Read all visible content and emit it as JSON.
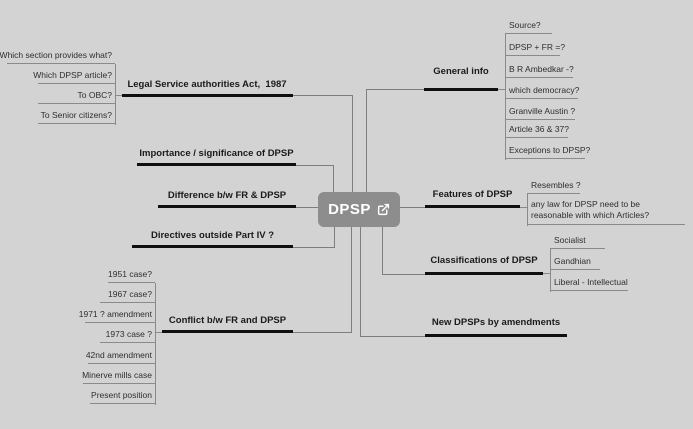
{
  "center": {
    "label": "DPSP",
    "icon": "external-link-icon"
  },
  "colors": {
    "background": "#d3d3d3",
    "center_node_bg": "#8d8d8d",
    "center_node_text": "#ffffff",
    "branch_line": "#0f0f0f",
    "connector_line": "#7e7e7e",
    "child_underline": "#8a8a8a",
    "label_text": "#1a1a1a",
    "child_text": "#2e2e2e"
  },
  "left": [
    {
      "label": "Legal Service authorities Act,  1987",
      "children": [
        "Which section provides what?",
        "Which DPSP article?",
        "To OBC?",
        "To Senior citizens?"
      ]
    },
    {
      "label": "Importance / significance of DPSP",
      "children": []
    },
    {
      "label": "Difference b/w FR & DPSP",
      "children": []
    },
    {
      "label": "Directives outside Part IV ?",
      "children": []
    },
    {
      "label": "Conflict b/w FR and DPSP",
      "children": [
        "1951 case?",
        "1967 case?",
        "1971 ? amendment",
        "1973 case ?",
        "42nd amendment",
        "Minerve mills case",
        "Present position"
      ]
    }
  ],
  "right": [
    {
      "label": "General info",
      "children": [
        "Source?",
        "DPSP + FR =?",
        "B R Ambedkar -?",
        "which democracy?",
        "Granville Austin ?",
        "Article 36 & 37?",
        "Exceptions to DPSP?"
      ]
    },
    {
      "label": "Features of DPSP",
      "children": [
        "Resembles ?",
        "any law for DPSP need to be reasonable with which Articles?"
      ]
    },
    {
      "label": "Classifications of DPSP",
      "children": [
        "Socialist",
        "Gandhian",
        "Liberal - Intellectual"
      ]
    },
    {
      "label": "New DPSPs by amendments",
      "children": []
    }
  ]
}
